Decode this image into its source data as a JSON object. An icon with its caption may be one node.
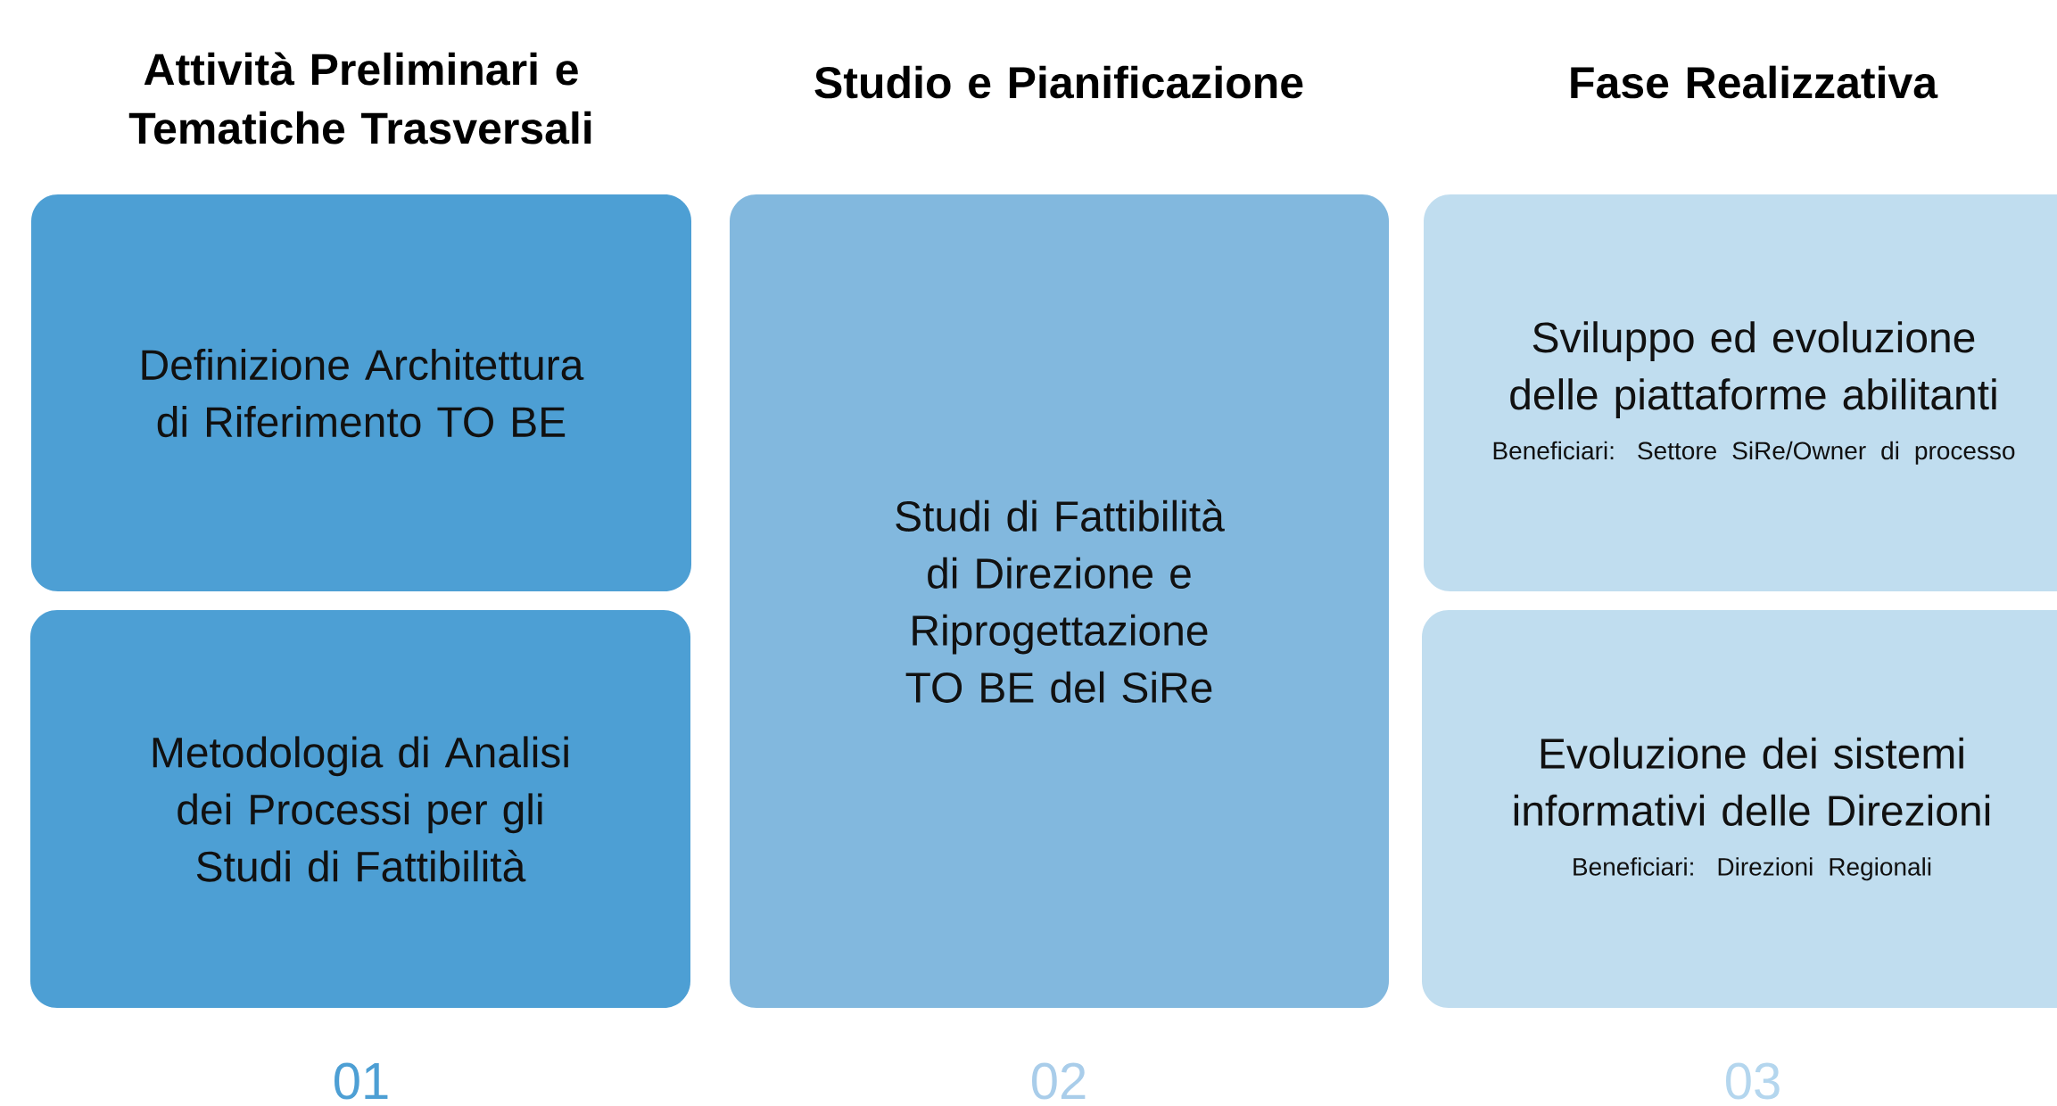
{
  "diagram": {
    "nodes": [
      {
        "text": [
          "Definizione Architettura di Riferimento TO BE"
        ]
      },
      {
        "text": [
          "Metodologia di Analisi dei Processi per gli Studi di Fattibilità"
        ]
      },
      {
        "text": [
          "Studi di Fattibilità di Direzione e Riprogettazione TO BE del SiRe"
        ]
      },
      {
        "text": [
          "Sviluppo ed evoluzione delle piattaforme abilitanti",
          "Beneficiari: Settore SiRe/Owner di processo"
        ]
      },
      {
        "text": [
          "Evoluzione dei sistemi informativi delle Direzioni",
          "Beneficiari: Direzioni Regionali"
        ]
      }
    ],
    "labels": [
      "Attività Preliminari e Tematiche Trasversali",
      "Studio e Pianificazione",
      "Fase Realizzativa",
      "01",
      "02",
      "03"
    ]
  }
}
